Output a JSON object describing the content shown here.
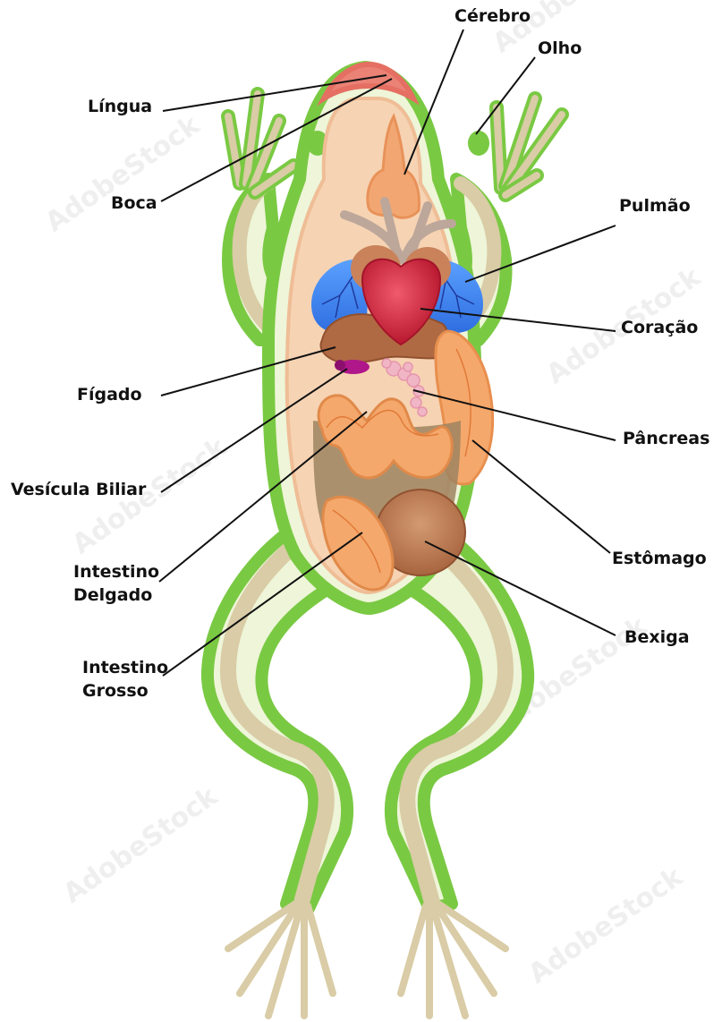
{
  "diagram": {
    "watermark": "AdobeStock",
    "colors": {
      "skin_outline": "#7ac943",
      "skin_fill": "#eef5d8",
      "limb_inner": "#d9cca6",
      "body_cavity": "#f6d3b3",
      "heart": "#d8293f",
      "lungs": "#3a82ef",
      "liver": "#b06a43",
      "gallbladder": "#b0178a",
      "pancreas": "#f1b6c6",
      "intestine": "#f5a86b",
      "bladder": "#c7825a",
      "brain": "#f2a773",
      "mouth": "#ea8276"
    },
    "labels": {
      "lingua": "Língua",
      "boca": "Boca",
      "cerebro": "Cérebro",
      "olho": "Olho",
      "pulmao": "Pulmão",
      "coracao": "Coração",
      "figado": "Fígado",
      "pancreas": "Pâncreas",
      "vesicula": "Vesícula Biliar",
      "estomago": "Estômago",
      "intestino_delgado_1": "Intestino",
      "intestino_delgado_2": "Delgado",
      "bexiga": "Bexiga",
      "intestino_grosso_1": "Intestino",
      "intestino_grosso_2": "Grosso"
    }
  }
}
